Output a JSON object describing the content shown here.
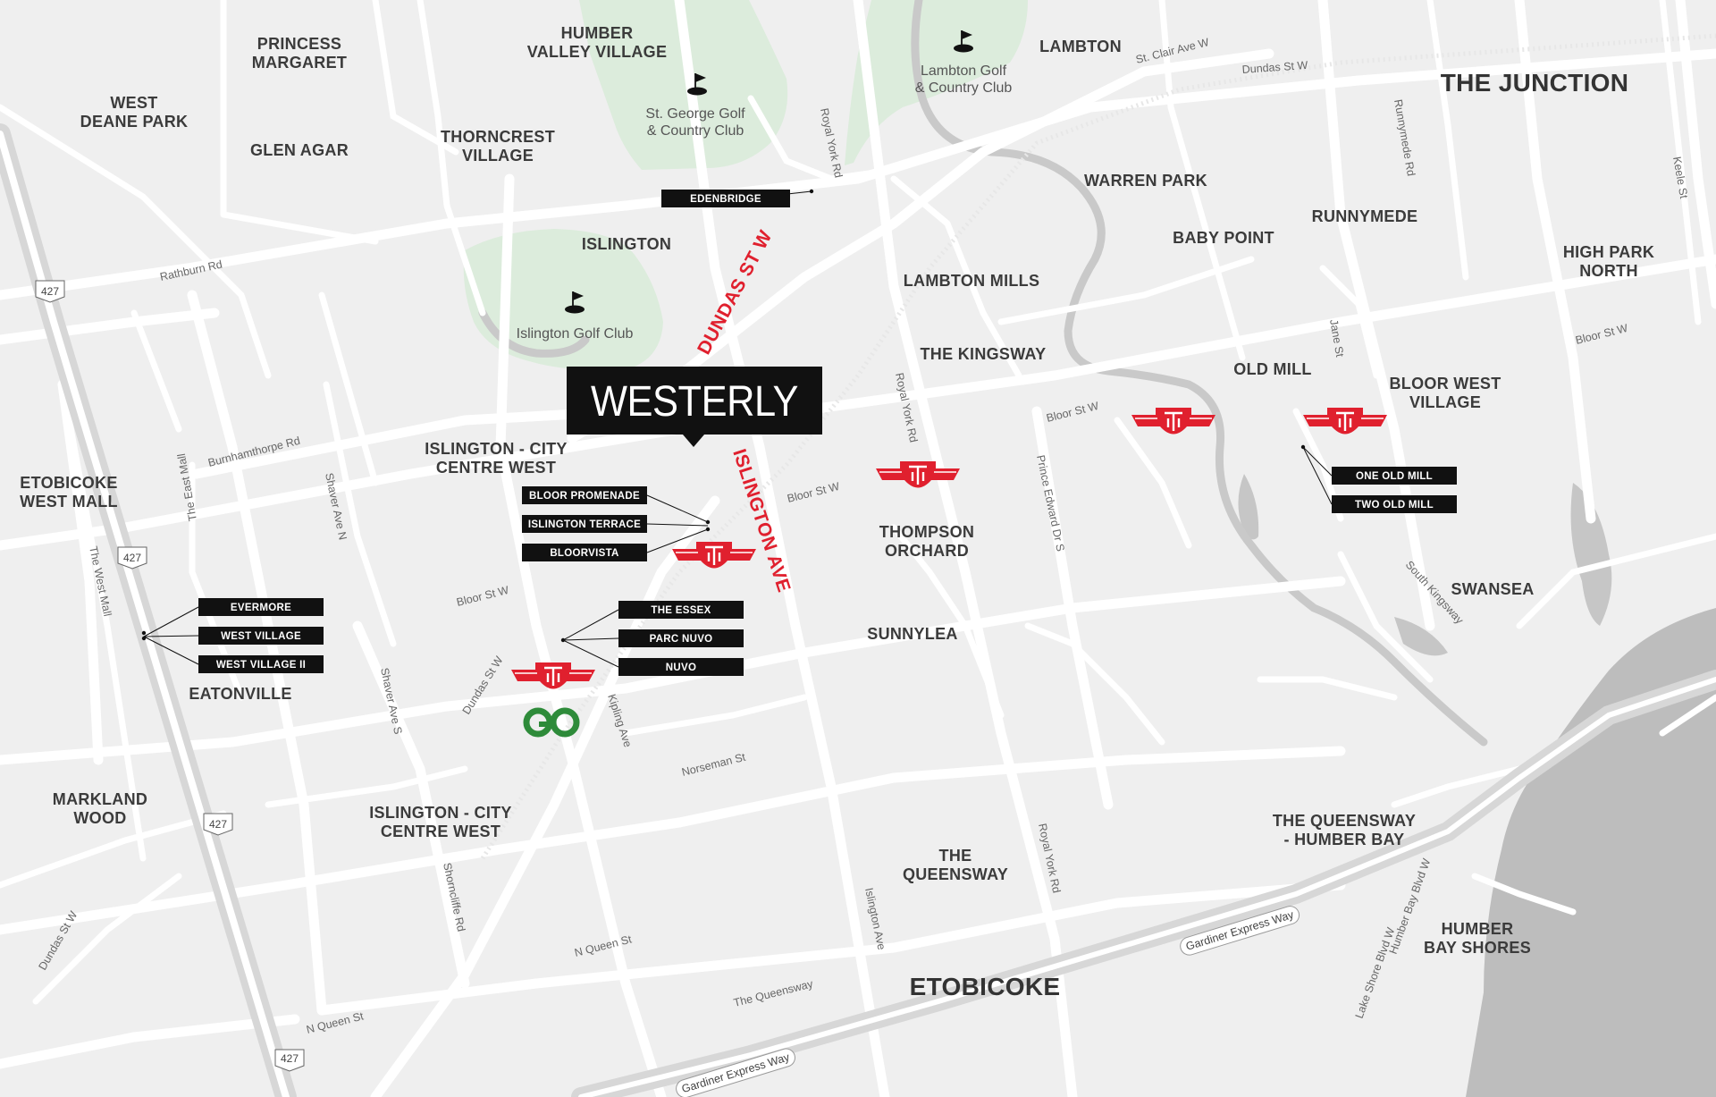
{
  "brand": {
    "name": "WESTERLY"
  },
  "accent_color": "#e0202e",
  "accent_roads": [
    "DUNDAS ST W",
    "ISLINGTON AVE"
  ],
  "neighbourhoods": {
    "princess_margaret": [
      "PRINCESS",
      "MARGARET"
    ],
    "humber_valley_village": [
      "HUMBER",
      "VALLEY VILLAGE"
    ],
    "lambton": "LAMBTON",
    "the_junction": "THE JUNCTION",
    "west_deane_park": [
      "WEST",
      "DEANE PARK"
    ],
    "glen_agar": "GLEN AGAR",
    "thorncrest_village": [
      "THORNCREST",
      "VILLAGE"
    ],
    "warren_park": "WARREN PARK",
    "islington": "ISLINGTON",
    "baby_point": "BABY POINT",
    "runnymede": "RUNNYMEDE",
    "high_park_north": [
      "HIGH PARK",
      "NORTH"
    ],
    "lambton_mills": "LAMBTON MILLS",
    "the_kingsway": "THE KINGSWAY",
    "old_mill": "OLD MILL",
    "bloor_west_village": [
      "BLOOR WEST",
      "VILLAGE"
    ],
    "islington_city_centre_west_north": [
      "ISLINGTON - CITY",
      "CENTRE WEST"
    ],
    "etobicoke_west_mall": [
      "ETOBICOKE",
      "WEST MALL"
    ],
    "thompson_orchard": [
      "THOMPSON",
      "ORCHARD"
    ],
    "swansea": "SWANSEA",
    "sunnylea": "SUNNYLEA",
    "eatonville": "EATONVILLE",
    "markland_wood": [
      "MARKLAND",
      "WOOD"
    ],
    "islington_city_centre_west_south": [
      "ISLINGTON - CITY",
      "CENTRE WEST"
    ],
    "the_queensway_humber_bay": [
      "THE QUEENSWAY",
      "- HUMBER BAY"
    ],
    "the_queensway": [
      "THE",
      "QUEENSWAY"
    ],
    "humber_bay_shores": [
      "HUMBER",
      "BAY SHORES"
    ],
    "etobicoke": "ETOBICOKE"
  },
  "golf_courses": {
    "st_george": [
      "St. George Golf",
      "& Country Club"
    ],
    "lambton": [
      "Lambton Golf",
      "& Country Club"
    ],
    "islington": "Islington Golf Club"
  },
  "roads": {
    "st_clair_ave_w": "St. Clair Ave W",
    "dundas_st_w_ne": "Dundas St W",
    "royal_york_rd_north": "Royal York Rd",
    "runnymede_rd": "Runnymede Rd",
    "keele_st": "Keele St",
    "rathburn_rd": "Rathburn Rd",
    "jane_st": "Jane St",
    "bloor_st_w_east": "Bloor St W",
    "royal_york_rd_mid": "Royal York Rd",
    "burnhamthorpe_rd": "Burnhamthorpe Rd",
    "shaver_ave_n": "Shaver Ave N",
    "bloor_st_w_centre": "Bloor St W",
    "prince_edward_dr_s": "Prince Edward Dr S",
    "the_east_mall": "The East Mall",
    "the_west_mall": "The West Mall",
    "bloor_st_w_west": "Bloor St W",
    "south_kingsway": "South Kingsway",
    "dundas_st_w_mid": "Dundas St W",
    "shaver_ave_s": "Shaver Ave S",
    "kipling_ave": "Kipling Ave",
    "norseman_st": "Norseman St",
    "royal_york_rd_south": "Royal York Rd",
    "shorncliffe_rd": "Shorncliffe Rd",
    "gardiner_east": "Gardiner Express Way",
    "dundas_st_w_sw": "Dundas St W",
    "islington_ave": "Islington Ave",
    "n_queen_st_mid": "N Queen St",
    "humber_bay_blvd_w": "Humber Bay Blvd W",
    "lake_shore_blvd_w": "Lake Shore Blvd W",
    "the_queensway_road": "The Queensway",
    "n_queen_st_west": "N Queen St",
    "gardiner_west": "Gardiner Express Way"
  },
  "highway_shields": [
    "427",
    "427",
    "427",
    "427"
  ],
  "developments": {
    "edenbridge": "EDENBRIDGE",
    "bloor_promenade": "BLOOR PROMENADE",
    "islington_terrace": "ISLINGTON TERRACE",
    "bloorvista": "BLOORVISTA",
    "the_essex": "THE ESSEX",
    "parc_nuvo": "PARC NUVO",
    "nuvo": "NUVO",
    "evermore": "EVERMORE",
    "west_village": "WEST VILLAGE",
    "west_village_ii": "WEST VILLAGE II",
    "one_old_mill": "ONE OLD MILL",
    "two_old_mill": "TWO OLD MILL"
  },
  "icons": {
    "transit": "ttc-subway-icon",
    "go_transit": "go-transit-icon",
    "golf": "golf-flag-icon",
    "go_color": "#2e8b3a",
    "park_color": "#dcecdc",
    "water_color": "#bdbdbd"
  }
}
